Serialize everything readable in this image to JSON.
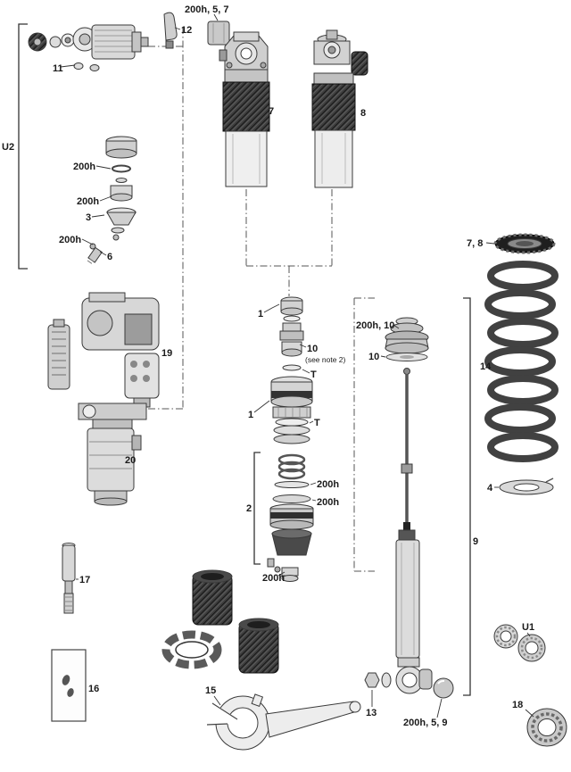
{
  "title": "Rear shock exploded parts diagram",
  "colors": {
    "ink": "#333333",
    "light_gray": "#e3e3e3",
    "mid_gray": "#c9c9c9",
    "dark_knurl": "#3e3e3e",
    "background": "#ffffff"
  },
  "labels": [
    {
      "id": "cap-group",
      "text": "200h, 5, 7"
    },
    {
      "id": "part-12",
      "text": "12"
    },
    {
      "id": "part-11",
      "text": "11"
    },
    {
      "id": "bracket-u2",
      "text": "U2"
    },
    {
      "id": "seal-200h-a",
      "text": "200h"
    },
    {
      "id": "seal-200h-b",
      "text": "200h"
    },
    {
      "id": "part-3",
      "text": "3"
    },
    {
      "id": "seal-200h-c",
      "text": "200h"
    },
    {
      "id": "part-6",
      "text": "6"
    },
    {
      "id": "part-7",
      "text": "7"
    },
    {
      "id": "part-8",
      "text": "8"
    },
    {
      "id": "parts-7-8",
      "text": "7, 8"
    },
    {
      "id": "part-14",
      "text": "14"
    },
    {
      "id": "part-4",
      "text": "4"
    },
    {
      "id": "part-19",
      "text": "19"
    },
    {
      "id": "part-20",
      "text": "20"
    },
    {
      "id": "part-1-upper",
      "text": "1"
    },
    {
      "id": "part-10-center",
      "text": "10"
    },
    {
      "id": "note-2",
      "text": "(see note 2)"
    },
    {
      "id": "shim-t-upper",
      "text": "T"
    },
    {
      "id": "part-1-lower",
      "text": "1"
    },
    {
      "id": "shim-t-lower",
      "text": "T"
    },
    {
      "id": "parts-200h-10",
      "text": "200h, 10"
    },
    {
      "id": "part-10-right",
      "text": "10"
    },
    {
      "id": "bracket-2",
      "text": "2"
    },
    {
      "id": "seal-200h-d",
      "text": "200h"
    },
    {
      "id": "seal-200h-e",
      "text": "200h"
    },
    {
      "id": "seal-200h-f",
      "text": "200h"
    },
    {
      "id": "bracket-9",
      "text": "9"
    },
    {
      "id": "part-17",
      "text": "17"
    },
    {
      "id": "part-16",
      "text": "16"
    },
    {
      "id": "part-15",
      "text": "15"
    },
    {
      "id": "part-13",
      "text": "13"
    },
    {
      "id": "parts-200h-5-9",
      "text": "200h, 5, 9"
    },
    {
      "id": "bracket-u1",
      "text": "U1"
    },
    {
      "id": "part-18",
      "text": "18"
    }
  ]
}
